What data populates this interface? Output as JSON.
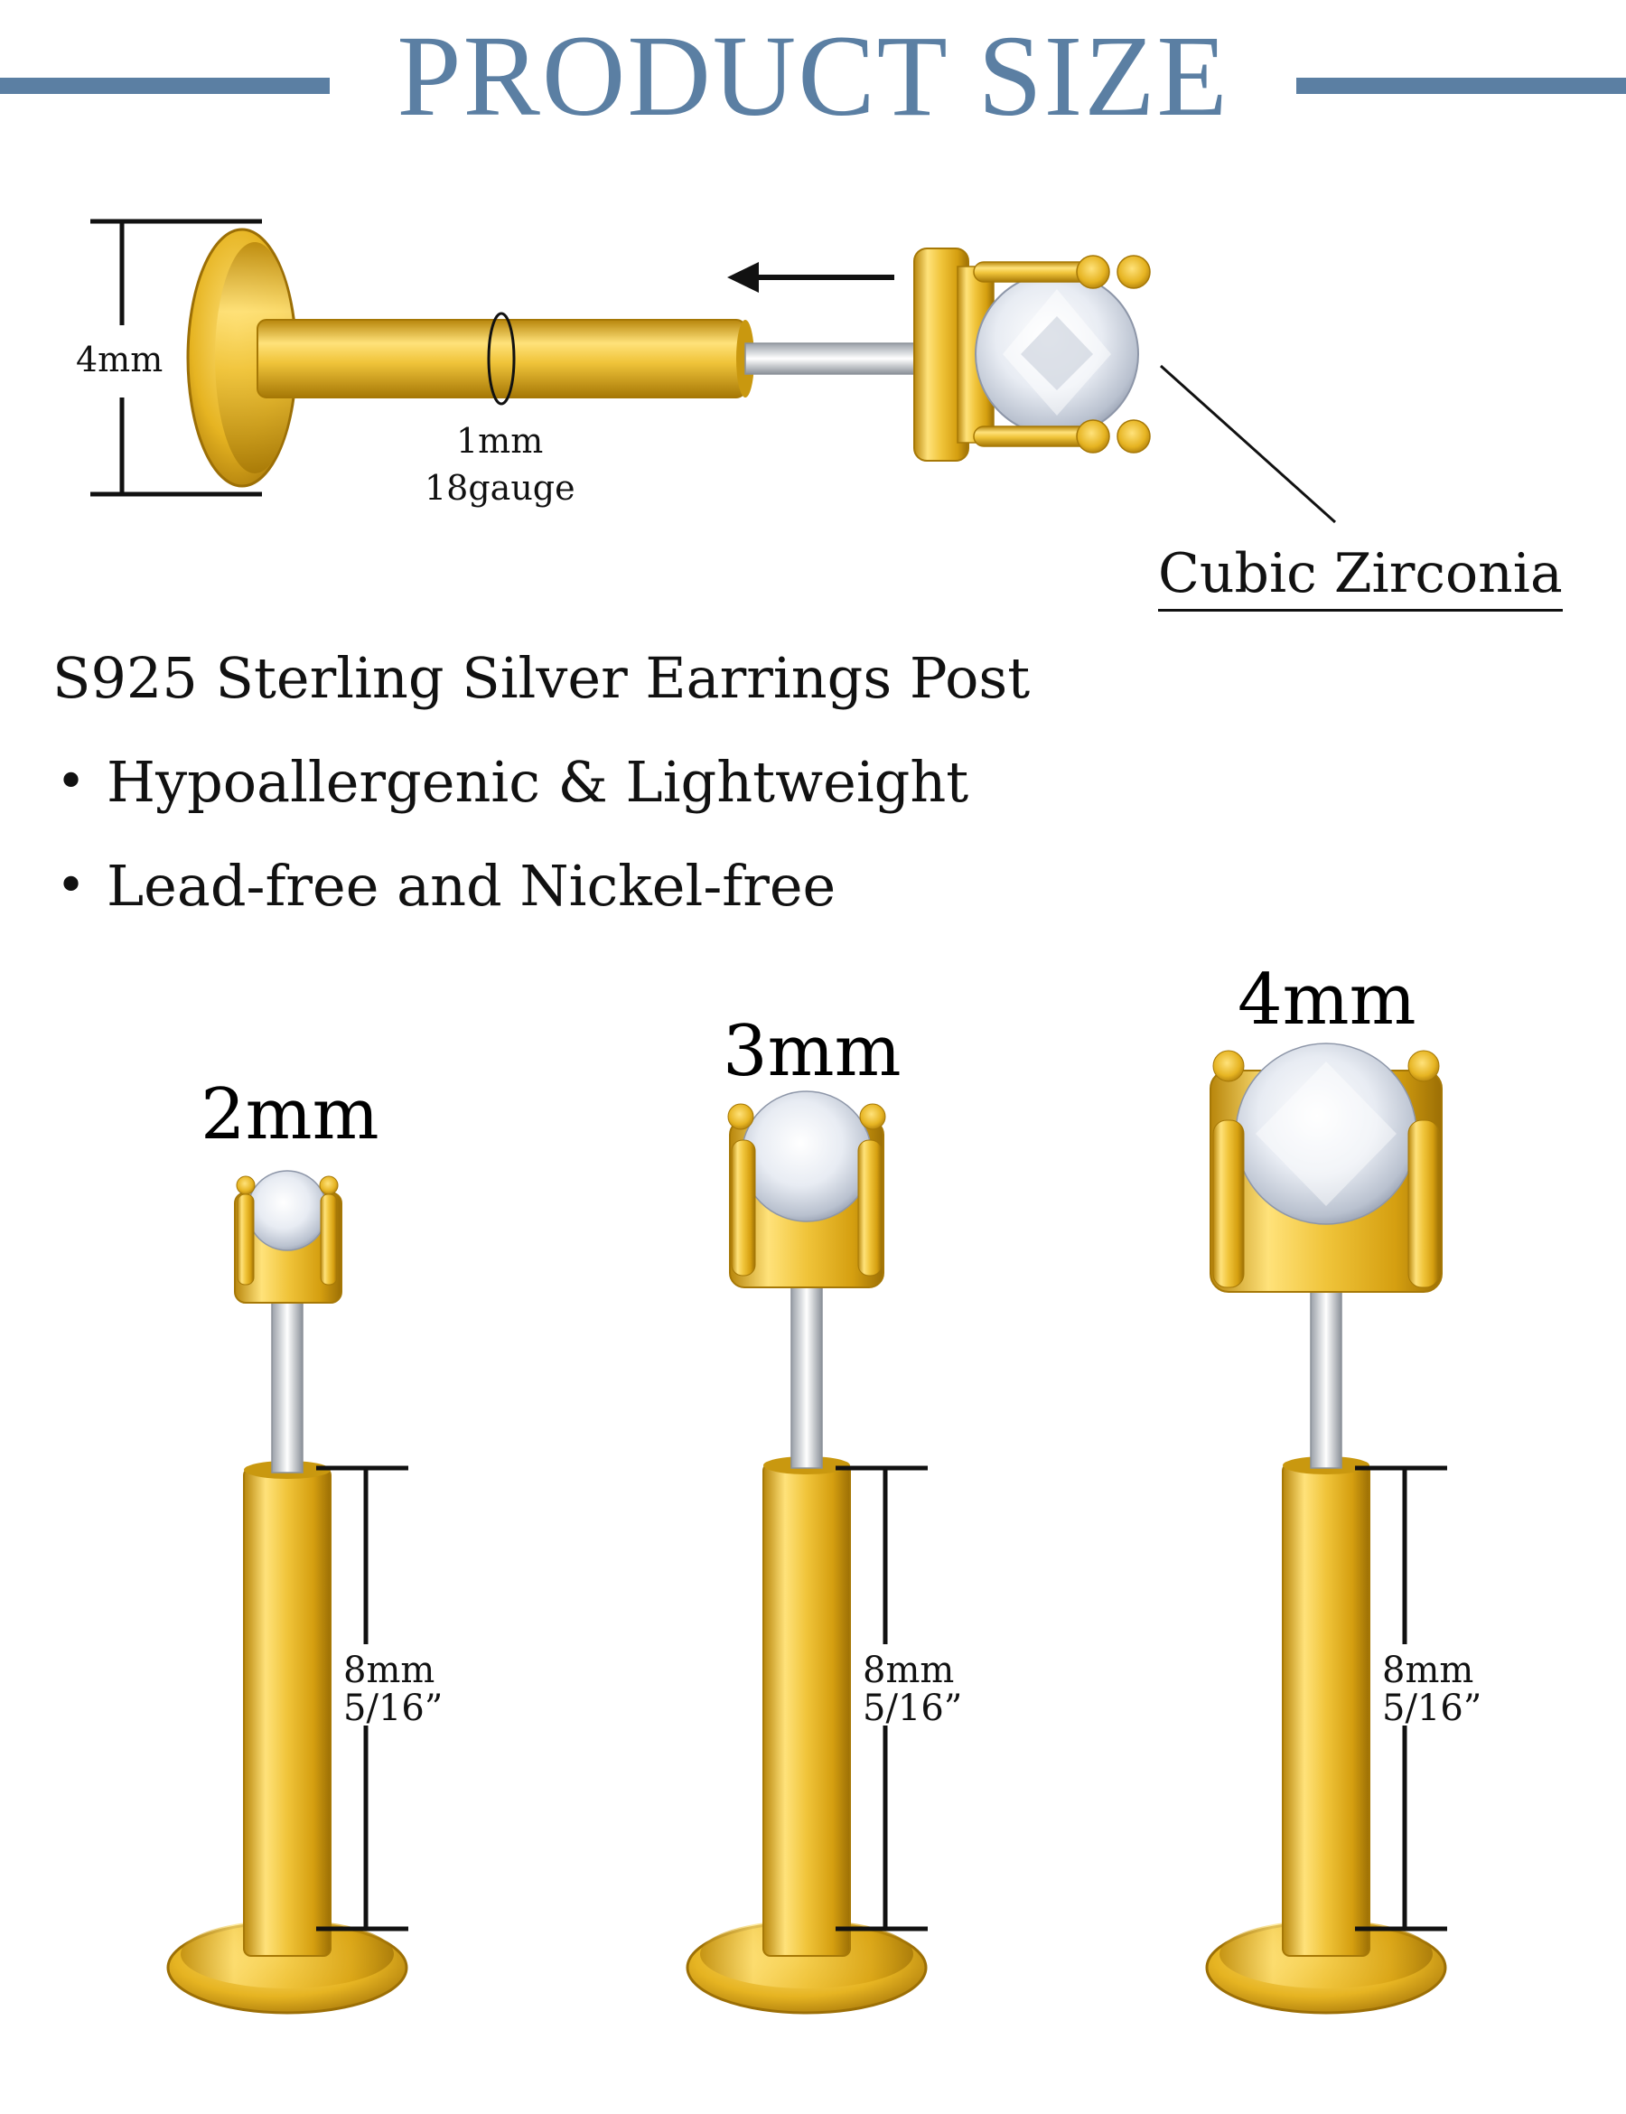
{
  "header": {
    "title": "PRODUCT SIZE",
    "bar_color": "#5b7fa3"
  },
  "diagram": {
    "disc_height_label": "4mm",
    "gauge_label_line1": "1mm",
    "gauge_label_line2": "18gauge",
    "stone_label": "Cubic Zirconia"
  },
  "features": {
    "heading": "S925 Sterling Silver Earrings Post",
    "bullets": [
      "Hypoallergenic & Lightweight",
      "Lead-free and Nickel-free"
    ]
  },
  "sizes": [
    {
      "label": "2mm",
      "length_mm": "8mm",
      "length_in": "5/16”"
    },
    {
      "label": "3mm",
      "length_mm": "8mm",
      "length_in": "5/16”"
    },
    {
      "label": "4mm",
      "length_mm": "8mm",
      "length_in": "5/16”"
    }
  ],
  "colors": {
    "gold": "#e0b21c",
    "silver": "#d7d9dd",
    "text": "#111111"
  }
}
